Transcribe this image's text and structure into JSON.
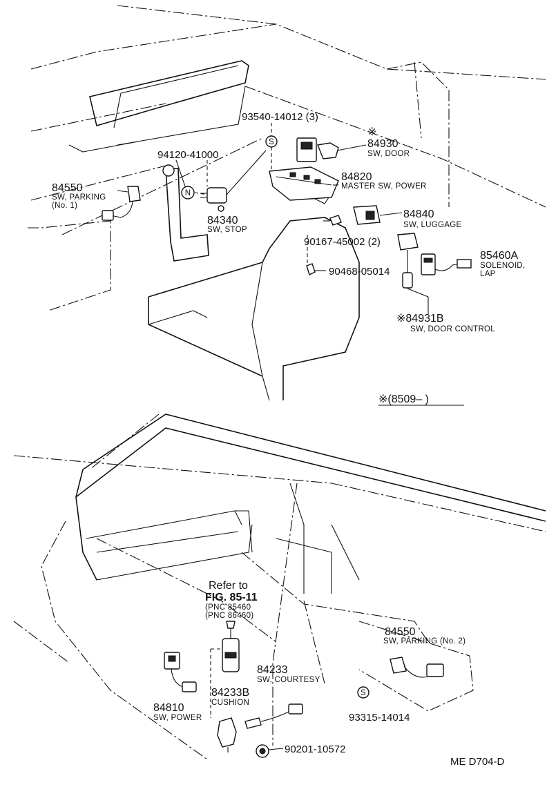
{
  "upper": {
    "screw_93540": "93540-14012 (3)",
    "mark_84930": "※",
    "pn_84930": "84930",
    "desc_84930": "SW, DOOR",
    "pn_94120": "94120-41000",
    "pn_84550a": "84550",
    "desc_84550a_1": "SW, PARKING",
    "desc_84550a_2": "(No. 1)",
    "pn_84820": "84820",
    "desc_84820": "MASTER SW, POWER",
    "pn_84340": "84340",
    "desc_84340": "SW, STOP",
    "pn_84840": "84840",
    "desc_84840": "SW, LUGGAGE",
    "pn_90167": "90167-45002 (2)",
    "pn_85460": "85460A",
    "desc_85460_1": "SOLENOID,",
    "desc_85460_2": "LAP",
    "pn_90468": "90468-05014",
    "pn_84931": "※84931B",
    "desc_84931": "SW, DOOR CONTROL",
    "symbol_s": "S",
    "symbol_n": "N",
    "serial_note": "※(8509–        )"
  },
  "lower": {
    "refer_1": "Refer to",
    "refer_2": "FIG. 85-11",
    "refer_3": "(PNC 85460",
    "refer_4": "(PNC 86460)",
    "pn_84550b": "84550",
    "desc_84550b": "SW, PARKING (No. 2)",
    "pn_84233": "84233",
    "desc_84233": "SW, COURTESY",
    "pn_84233b": "84233B",
    "desc_84233b": "CUSHION",
    "pn_84810": "84810",
    "desc_84810": "SW, POWER",
    "symbol_s": "S",
    "pn_93315": "93315-14014",
    "pn_90201": "90201-10572"
  },
  "figure_code": "ME  D704-D"
}
